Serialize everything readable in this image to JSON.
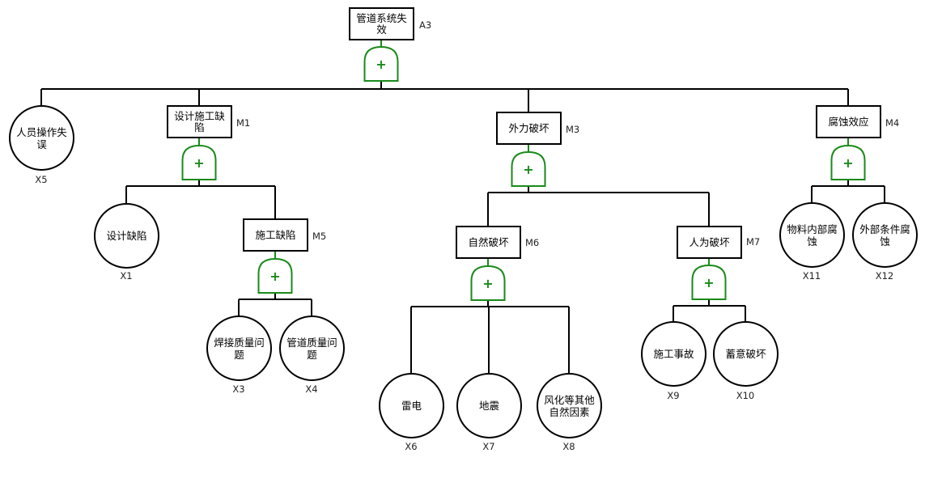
{
  "diagram": {
    "type": "fault-tree",
    "gate_color": "#1a8a1a",
    "line_color": "#000000",
    "gate_symbol": "+",
    "gate_type": "OR",
    "intermediate_events": [
      {
        "id": "A3",
        "label": "管道系统失效"
      },
      {
        "id": "M1",
        "label": "设计施工缺陷"
      },
      {
        "id": "M3",
        "label": "外力破坏"
      },
      {
        "id": "M4",
        "label": "腐蚀效应"
      },
      {
        "id": "M5",
        "label": "施工缺陷"
      },
      {
        "id": "M6",
        "label": "自然破坏"
      },
      {
        "id": "M7",
        "label": "人为破坏"
      }
    ],
    "basic_events": [
      {
        "id": "X5",
        "label": "人员操作失误"
      },
      {
        "id": "X1",
        "label": "设计缺陷"
      },
      {
        "id": "X3",
        "label": "焊接质量问题"
      },
      {
        "id": "X4",
        "label": "管道质量问题"
      },
      {
        "id": "X6",
        "label": "雷电"
      },
      {
        "id": "X7",
        "label": "地震"
      },
      {
        "id": "X8",
        "label": "风化等其他自然因素"
      },
      {
        "id": "X9",
        "label": "施工事故"
      },
      {
        "id": "X10",
        "label": "蓄意破坏"
      },
      {
        "id": "X11",
        "label": "物料内部腐蚀"
      },
      {
        "id": "X12",
        "label": "外部条件腐蚀"
      }
    ],
    "edges": [
      {
        "parent": "A3",
        "children": [
          "X5",
          "M1",
          "M3",
          "M4"
        ]
      },
      {
        "parent": "M1",
        "children": [
          "X1",
          "M5"
        ]
      },
      {
        "parent": "M5",
        "children": [
          "X3",
          "X4"
        ]
      },
      {
        "parent": "M3",
        "children": [
          "M6",
          "M7"
        ]
      },
      {
        "parent": "M6",
        "children": [
          "X6",
          "X7",
          "X8"
        ]
      },
      {
        "parent": "M7",
        "children": [
          "X9",
          "X10"
        ]
      },
      {
        "parent": "M4",
        "children": [
          "X11",
          "X12"
        ]
      }
    ]
  }
}
